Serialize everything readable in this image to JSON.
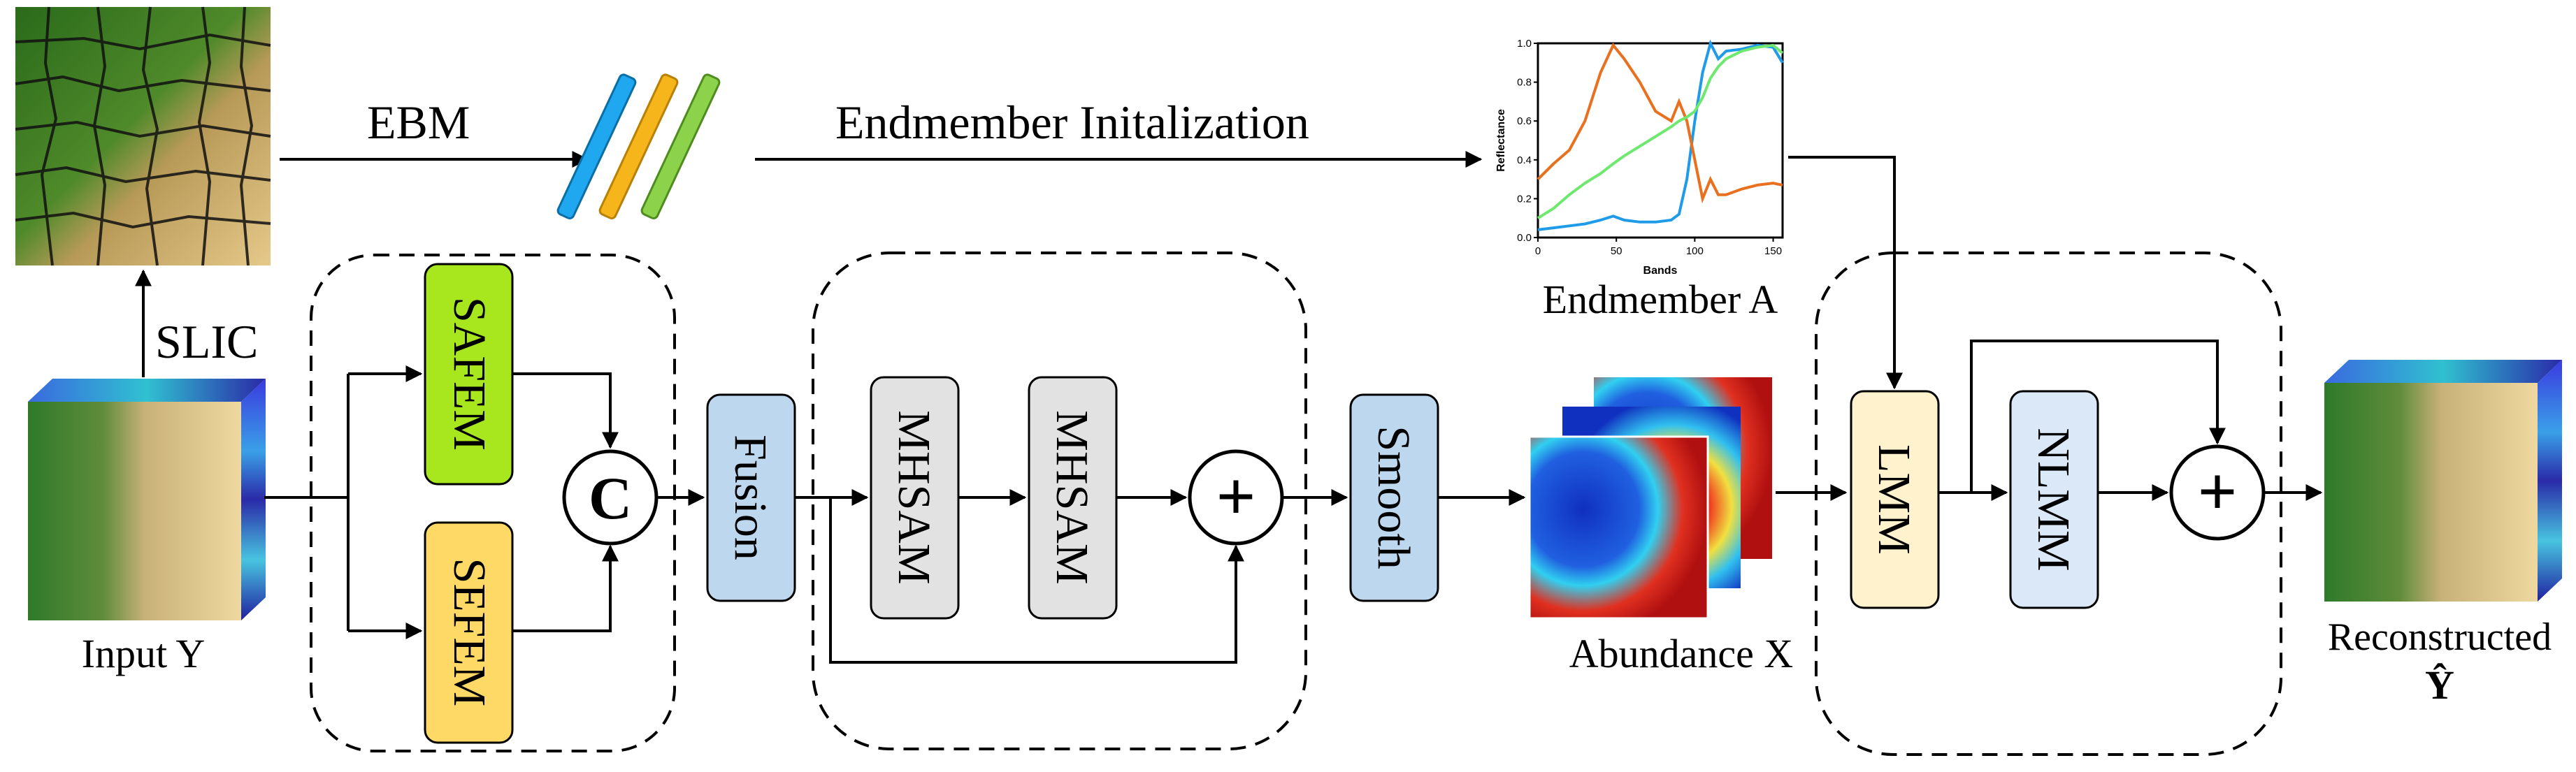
{
  "labels": {
    "ebm": "EBM",
    "endmember_init": "Endmember Initalization",
    "slic": "SLIC",
    "input": "Input Y",
    "endmember_a": "Endmember A",
    "abundance_x": "Abundance X",
    "reconstructed": "Reconstructed",
    "y_hat": "Ŷ"
  },
  "modules": {
    "safem": "SAFEM",
    "sefem": "SEFEM",
    "concat": "C",
    "fusion": "Fusion",
    "mhsam1": "MHSAM",
    "mhsam2": "MHSAM",
    "plus1": "+",
    "smooth": "Smooth",
    "lmm": "LMM",
    "nlmm": "NLMM",
    "plus2": "+"
  },
  "colors": {
    "safem": "#a8e61e",
    "sefem": "#ffd966",
    "fusion": "#bdd7ee",
    "mhsam": "#e2e2e2",
    "smooth": "#bdd7ee",
    "lmm": "#fff2cc",
    "nlmm": "#dae8f7",
    "spectrum_blue": "#1f9be8",
    "spectrum_orange": "#e8701f",
    "spectrum_green": "#6ee86e"
  },
  "chart_data": {
    "type": "line",
    "xlabel": "Bands",
    "ylabel": "Reflectance",
    "xlim": [
      0,
      156
    ],
    "ylim": [
      0,
      1.0
    ],
    "x_ticks": [
      "0",
      "50",
      "100",
      "150"
    ],
    "y_ticks": [
      "0.0",
      "0.2",
      "0.4",
      "0.6",
      "0.8",
      "1.0"
    ],
    "x": [
      0,
      10,
      20,
      30,
      40,
      48,
      55,
      65,
      75,
      85,
      90,
      95,
      100,
      105,
      110,
      115,
      120,
      130,
      140,
      150,
      156
    ],
    "series": [
      {
        "color": "#1f9be8",
        "values": [
          0.04,
          0.05,
          0.06,
          0.07,
          0.09,
          0.11,
          0.09,
          0.08,
          0.08,
          0.09,
          0.12,
          0.3,
          0.6,
          0.85,
          1.0,
          0.92,
          0.96,
          0.97,
          0.99,
          0.98,
          0.9
        ]
      },
      {
        "color": "#e8701f",
        "values": [
          0.3,
          0.38,
          0.45,
          0.6,
          0.85,
          0.99,
          0.92,
          0.8,
          0.65,
          0.6,
          0.7,
          0.6,
          0.4,
          0.2,
          0.3,
          0.22,
          0.22,
          0.25,
          0.27,
          0.28,
          0.27
        ]
      },
      {
        "color": "#6ee86e",
        "values": [
          0.1,
          0.15,
          0.22,
          0.28,
          0.33,
          0.38,
          0.42,
          0.47,
          0.52,
          0.57,
          0.6,
          0.62,
          0.65,
          0.72,
          0.82,
          0.88,
          0.92,
          0.96,
          0.98,
          0.99,
          0.95
        ]
      }
    ]
  }
}
